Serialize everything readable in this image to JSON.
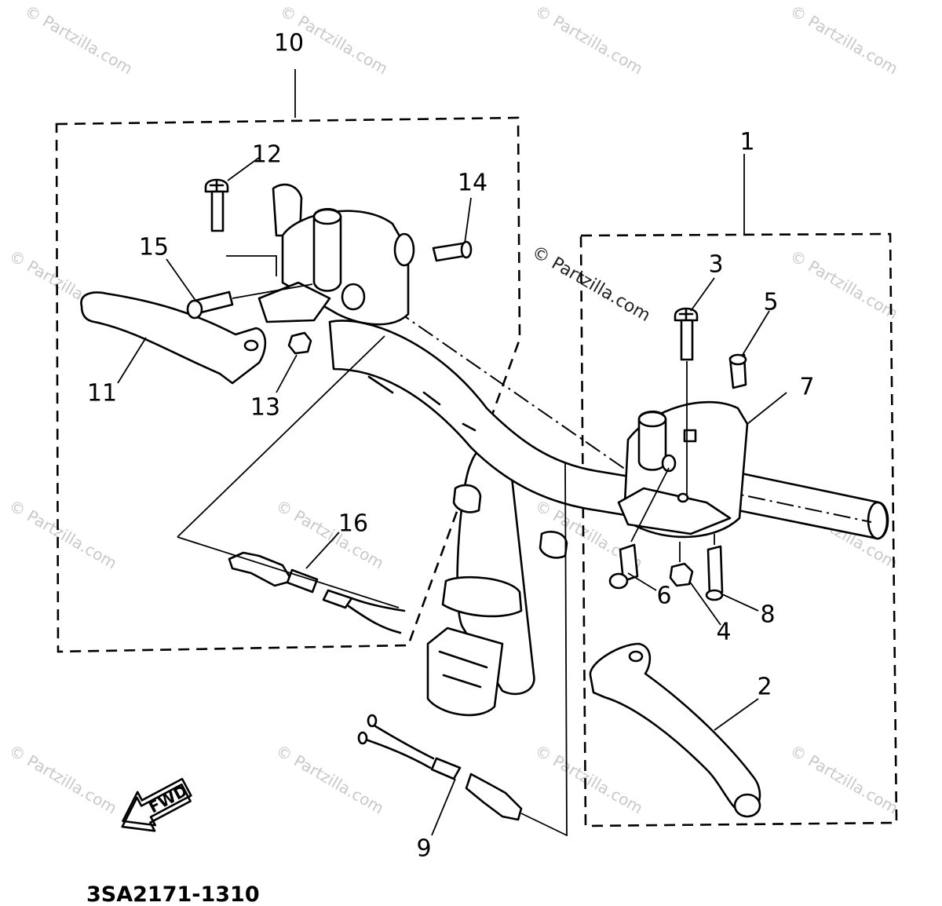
{
  "callouts": {
    "c1": "1",
    "c2": "2",
    "c3": "3",
    "c4": "4",
    "c5": "5",
    "c6": "6",
    "c7": "7",
    "c8": "8",
    "c9": "9",
    "c10": "10",
    "c11": "11",
    "c12": "12",
    "c13": "13",
    "c14": "14",
    "c15": "15",
    "c16": "16"
  },
  "direction_label": "FWD",
  "diagram_code": "3SA2171-1310",
  "watermark": "© Partzilla.com",
  "colors": {
    "ink": "#000000",
    "background": "#ffffff",
    "watermark": "#c8c8c8"
  }
}
